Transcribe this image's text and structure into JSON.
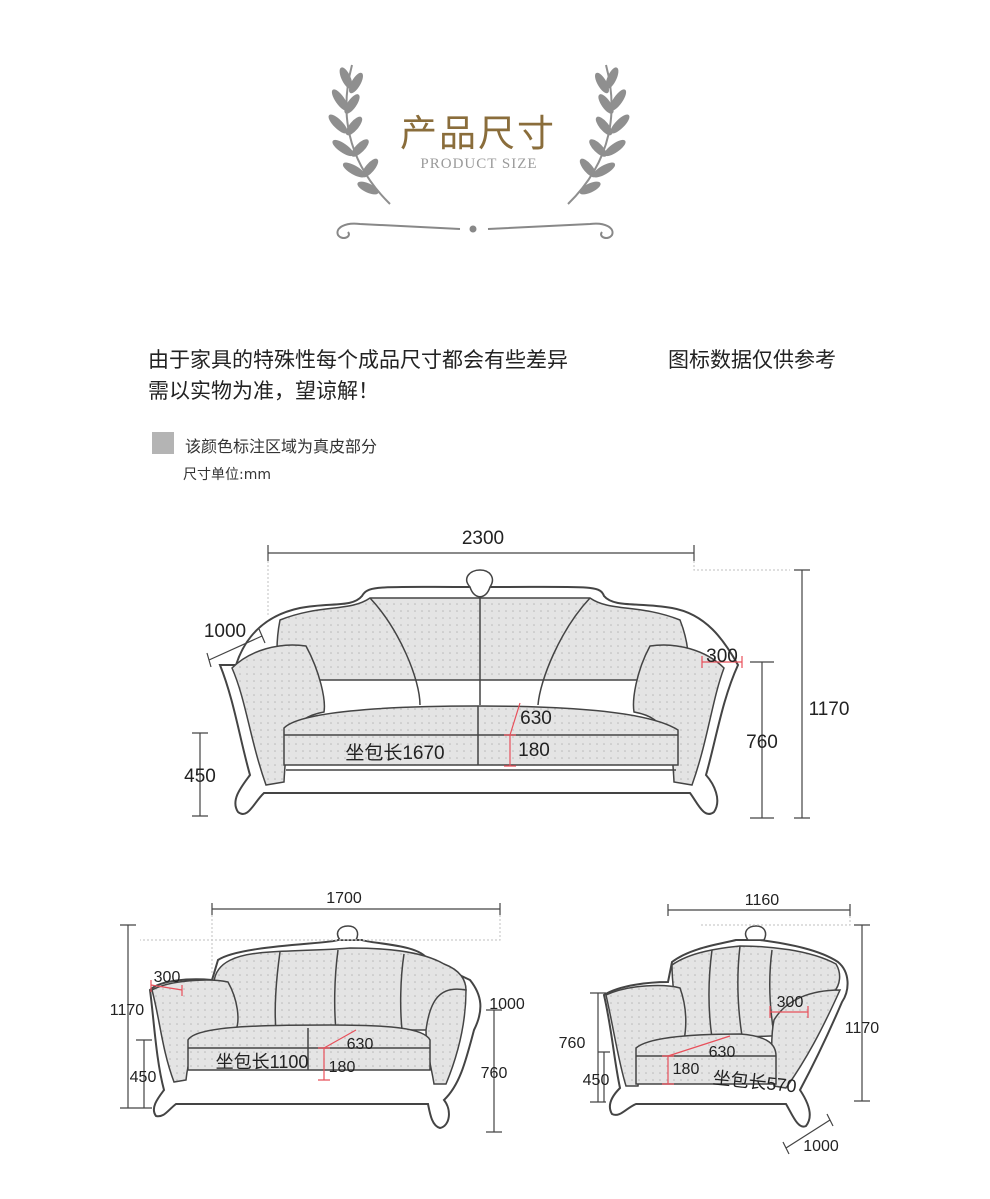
{
  "header": {
    "title": "产品尺寸",
    "subtitle": "PRODUCT SIZE"
  },
  "notice": {
    "line1_part1": "由于家具的特殊性每个成品尺寸都会有些差异",
    "line1_part2": "图标数据仅供参考",
    "line2": "需以实物为准，望谅解！"
  },
  "legend": {
    "leather_label": "该颜色标注区域为真皮部分",
    "unit_label": "尺寸单位:mm",
    "leather_color": "#b4b4b4"
  },
  "colors": {
    "dimension_line": "#444444",
    "highlight": "#e8505b",
    "title": "#8a6d3b",
    "leather_fill": "#e3e3e3"
  },
  "sofa_three": {
    "width": "2300",
    "depth": "1000",
    "arm_width": "300",
    "seat_depth": "630",
    "cushion_height": "180",
    "cushion_length": "坐包长1670",
    "seat_height": "450",
    "arm_height": "760",
    "total_height": "1170"
  },
  "sofa_two": {
    "width": "1700",
    "arm_width": "300",
    "total_height": "1170",
    "seat_height": "450",
    "depth": "1000",
    "seat_depth": "630",
    "cushion_height": "180",
    "cushion_length": "坐包长1100",
    "arm_height": "760"
  },
  "sofa_one": {
    "width": "1160",
    "arm_width": "300",
    "total_height": "1170",
    "arm_height": "760",
    "seat_height": "450",
    "seat_depth": "630",
    "cushion_height": "180",
    "cushion_length": "坐包长570",
    "depth": "1000"
  }
}
